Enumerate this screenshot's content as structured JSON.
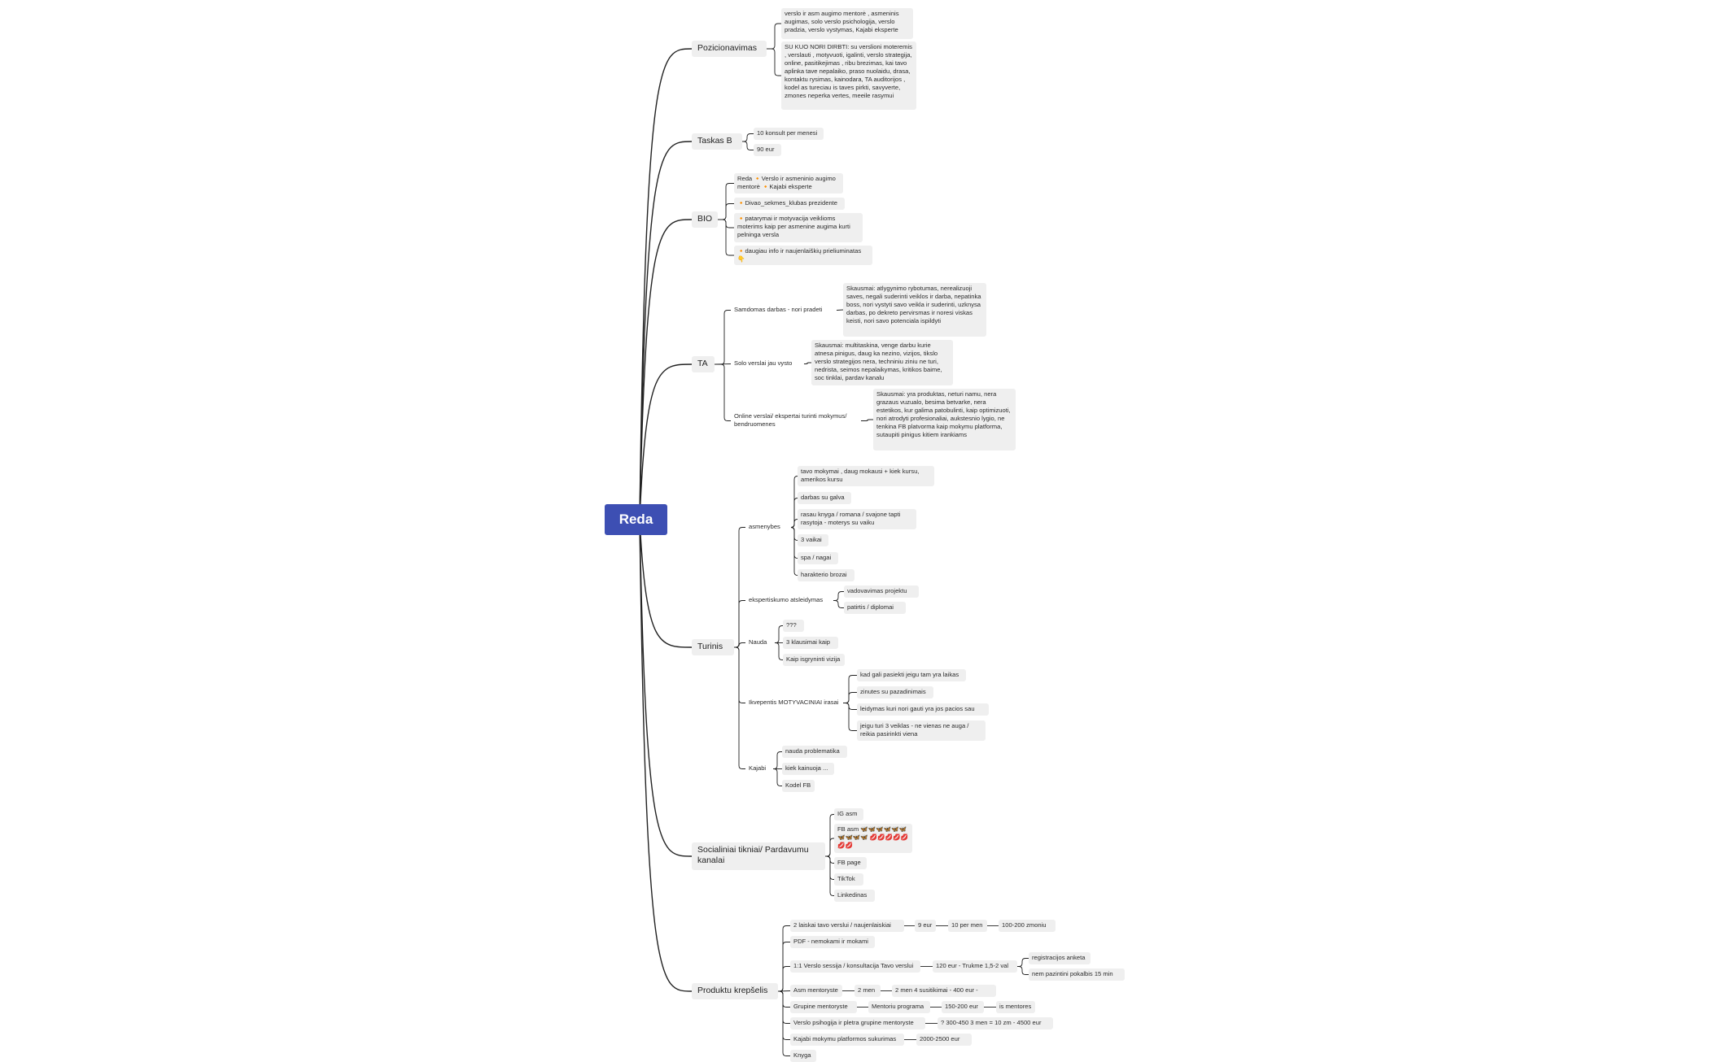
{
  "root": {
    "label": "Reda"
  },
  "colors": {
    "root_bg": "#3d4fb3",
    "node_bg": "#efefef",
    "line": "#222222"
  },
  "icons": {
    "bullet": "red-diamond-icon",
    "emoji_row": "emoji-row-icon"
  },
  "nodes": {
    "pozicionavimas": "Pozicionavimas",
    "poz_1": "verslo ir asm augimo mentorė , asmeninis augimas, solo verslo psichologija, verslo pradzia, verslo vystymas, Kajabi eksperte",
    "poz_2": "SU KUO NORI DIRBTI: su verslioni moteremis , verslauti , motyvuoti, igalinti, verslo strategija, online, pasitikejimas , ribu brezimas, kai tavo aplinka tave nepalaiko, praso nuolaidu, drasa, kontaktu rysimas, kainodara, TA auditorijos , kodel as tureciau is taves pirkti, savyverte, zmones neperka vertes, meeile rasymui",
    "taskas_b": "Taskas B",
    "tb_1": "10 konsult per menesi",
    "tb_2": "90 eur",
    "bio": "BIO",
    "bio_1": "Reda 🔸Verslo ir asmeninio augimo mentorė 🔸Kajabi eksperte",
    "bio_2": "🔸Divao_sekmes_klubas prezidente",
    "bio_3": "🔸patarymai ir motyvacija veiklioms moterims kaip per asmenine augima kurti pelninga versla",
    "bio_4": "🔸daugiau info ir naujenlaiškių prieliuminatas 👇",
    "ta": "TA",
    "ta_1": "Samdomas darbas - nori pradeti",
    "ta_1a": "Skausmai: atlygynimo rybotumas, nerealizuoji saves, negali suderinti veiklos ir darba, nepatinka boss, nori vystyti savo veikla ir suderinti, uzknysa darbas, po dekreto pervirsmas ir noresi viskas keisti, nori savo potenciala ispildyti",
    "ta_2": "Solo verslai jau vysto",
    "ta_2a": "Skausmai: multitaskina, venge darbu kurie atnesa pinigus, daug ka nezino, vizijos, tikslo verslo strategijos nera, techniniu ziniu ne turi, nedrista, seimos nepalaikymas, kritikos baime, soc tinklai, pardav kanalu",
    "ta_3": "Online verslai/ ekspertai turinti mokymus/ bendruomenes",
    "ta_3a": "Skausmai: yra produktas, neturi namu, nera grazaus vuzualo, besima betvarke, nera estetikos, kur galima patobulinti, kaip optimizuoti, nori atrodyti profesionaliai, aukstesnio lygio, ne tenkina FB platvorma kaip mokymu platforma, sutaupiti pinigus kitiem irankiams",
    "turinis": "Turinis",
    "asmenybes": "asmenybes",
    "as_1": "tavo mokymai , daug mokausi + kiek kursu, amerikos kursu",
    "as_2": "darbas su galva",
    "as_3": "rasau knyga / romana / svajone tapti rasytoja - moterys su vaiku",
    "as_4": "3 vaikai",
    "as_5": "spa / nagai",
    "as_6": "harakterio brozai",
    "eksp": "ekspertiskumo atsleidymas",
    "eksp_1": "vadovavimas projektu",
    "eksp_2": "patirtis / diplomai",
    "nauda": "Nauda",
    "na_1": "???",
    "na_2": "3 klausimai kaip",
    "na_3": "Kaip isgryninti vizija",
    "ikv": "Ikvepentis MOTYVACINIAI irasai",
    "ikv_1": "kad gali pasiekti jeigu tam yra laikas",
    "ikv_2": "zinutes su pazadinimais",
    "ikv_3": "leidymas kuri nori gauti yra jos pacios sau",
    "ikv_4": "jeigu turi 3 veiklas - ne vienas ne auga / reikia pasirinkti viena",
    "kajabi": "Kajabi",
    "kj_1": "nauda problematika",
    "kj_2": "kiek kainuoja ...",
    "kj_3": "Kodel FB",
    "soc": "Socialiniai tikniai/ Pardavumu kanalai",
    "soc_1": "IG asm",
    "soc_2": "FB asm 🦋🦋🦋🦋🦋🦋🦋🦋🦋🦋 💋💋💋💋💋💋💋",
    "soc_3": "FB page",
    "soc_4": "TikTok",
    "soc_5": "Linkedinas",
    "prod": "Produktu krepšelis",
    "pr_1": "2 laiskai tavo verslui / naujenlaiskiai",
    "pr_1a": "9 eur",
    "pr_1b": "10 per men",
    "pr_1c": "100-200 zmoniu",
    "pr_2": "PDF - nemokami ir mokami",
    "pr_3": "1:1 Verslo sessija / konsultacija Tavo verslui",
    "pr_3a": "120 eur - Trukme 1,5-2 val",
    "pr_3b": "registracijos anketa",
    "pr_3c": "nem pazintini pokalbis 15 min",
    "pr_4": "Asm mentoryste",
    "pr_4a": "2 men",
    "pr_4b": "2 men  4 susitikimai - 400 eur -",
    "pr_5": "Grupine mentoryste",
    "pr_5a": "Mentoriu programa",
    "pr_5b": "150-200 eur",
    "pr_5c": "is mentores",
    "pr_6": "Verslo psihogija ir pletra grupine mentoryste",
    "pr_6a": "? 300-450 3 men = 10 zm - 4500 eur",
    "pr_7": "Kajabi mokymu platformos sukurimas",
    "pr_7a": "2000-2500 eur",
    "pr_8": "Knyga"
  }
}
